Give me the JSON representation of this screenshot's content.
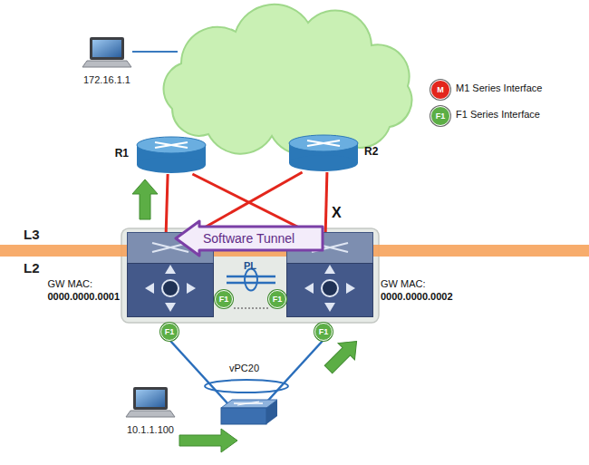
{
  "diagram": {
    "nodes": [
      {
        "text": [
          "172.16.1.1"
        ]
      },
      {
        "text": [
          "R1"
        ]
      },
      {
        "text": [
          "R2"
        ]
      },
      {
        "text": [
          "Software Tunnel"
        ]
      },
      {
        "text": [
          "GW MAC:",
          "0000.0000.0001"
        ]
      },
      {
        "text": [
          "GW MAC:",
          "0000.0000.0002"
        ]
      },
      {
        "text": [
          "F1"
        ]
      },
      {
        "text": [
          "F1"
        ]
      },
      {
        "text": [
          "F1"
        ]
      },
      {
        "text": [
          "F1"
        ]
      },
      {
        "text": [
          "10.1.1.100"
        ]
      }
    ],
    "edges": [
      {
        "from": 1,
        "to": 4,
        "arrow": "none"
      },
      {
        "from": 1,
        "to": 5,
        "arrow": "none"
      },
      {
        "from": 2,
        "to": 4,
        "arrow": "none"
      },
      {
        "from": 2,
        "to": 5,
        "arrow": "none"
      }
    ],
    "labels": [
      "L3",
      "L2",
      "PL",
      "X",
      "vPC20",
      "M",
      "F1"
    ],
    "legend": [
      {
        "text": "M1 Series Interface",
        "color": "#e3261c"
      },
      {
        "text": "F1 Series Interface",
        "color": "#5cae45"
      }
    ]
  }
}
